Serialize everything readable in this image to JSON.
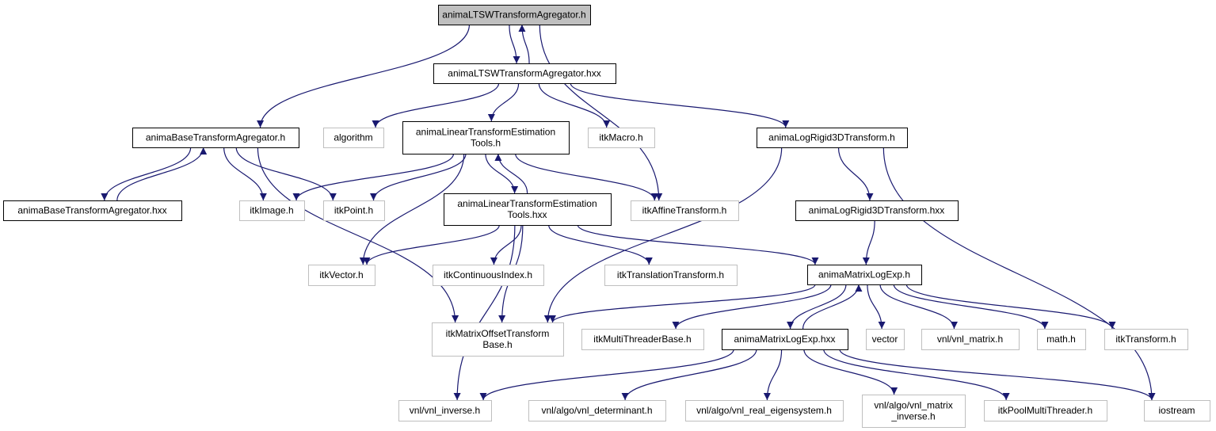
{
  "graph": {
    "colors": {
      "edge": "#191970",
      "project_border": "#000000",
      "external_border": "#bfbfbf",
      "root_fill": "#bfbfbf"
    },
    "nodes": [
      {
        "id": "ltsw_h",
        "label": [
          "animaLTSWTransformAgregator.h"
        ],
        "kind": "root"
      },
      {
        "id": "ltsw_hxx",
        "label": [
          "animaLTSWTransformAgregator.hxx"
        ],
        "kind": "project"
      },
      {
        "id": "base_h",
        "label": [
          "animaBaseTransformAgregator.h"
        ],
        "kind": "project"
      },
      {
        "id": "algorithm",
        "label": [
          "algorithm"
        ],
        "kind": "external"
      },
      {
        "id": "lte_h",
        "label": [
          "animaLinearTransformEstimation",
          "Tools.h"
        ],
        "kind": "project"
      },
      {
        "id": "itkmacro",
        "label": [
          "itkMacro.h"
        ],
        "kind": "external"
      },
      {
        "id": "logrigid_h",
        "label": [
          "animaLogRigid3DTransform.h"
        ],
        "kind": "project"
      },
      {
        "id": "base_hxx",
        "label": [
          "animaBaseTransformAgregator.hxx"
        ],
        "kind": "project"
      },
      {
        "id": "itkimage",
        "label": [
          "itkImage.h"
        ],
        "kind": "external"
      },
      {
        "id": "itkpoint",
        "label": [
          "itkPoint.h"
        ],
        "kind": "external"
      },
      {
        "id": "lte_hxx",
        "label": [
          "animaLinearTransformEstimation",
          "Tools.hxx"
        ],
        "kind": "project"
      },
      {
        "id": "itkaffine",
        "label": [
          "itkAffineTransform.h"
        ],
        "kind": "external"
      },
      {
        "id": "logrigid_hxx",
        "label": [
          "animaLogRigid3DTransform.hxx"
        ],
        "kind": "project"
      },
      {
        "id": "itkvector",
        "label": [
          "itkVector.h"
        ],
        "kind": "external"
      },
      {
        "id": "itkcontidx",
        "label": [
          "itkContinuousIndex.h"
        ],
        "kind": "external"
      },
      {
        "id": "itktransl",
        "label": [
          "itkTranslationTransform.h"
        ],
        "kind": "external"
      },
      {
        "id": "mle_h",
        "label": [
          "animaMatrixLogExp.h"
        ],
        "kind": "project"
      },
      {
        "id": "itkmotb",
        "label": [
          "itkMatrixOffsetTransform",
          "Base.h"
        ],
        "kind": "external"
      },
      {
        "id": "itkmtb",
        "label": [
          "itkMultiThreaderBase.h"
        ],
        "kind": "external"
      },
      {
        "id": "mle_hxx",
        "label": [
          "animaMatrixLogExp.hxx"
        ],
        "kind": "project"
      },
      {
        "id": "vector",
        "label": [
          "vector"
        ],
        "kind": "external"
      },
      {
        "id": "vnlmatrix",
        "label": [
          "vnl/vnl_matrix.h"
        ],
        "kind": "external"
      },
      {
        "id": "math",
        "label": [
          "math.h"
        ],
        "kind": "external"
      },
      {
        "id": "itktransform",
        "label": [
          "itkTransform.h"
        ],
        "kind": "external"
      },
      {
        "id": "vnlinverse",
        "label": [
          "vnl/vnl_inverse.h"
        ],
        "kind": "external"
      },
      {
        "id": "vnldet",
        "label": [
          "vnl/algo/vnl_determinant.h"
        ],
        "kind": "external"
      },
      {
        "id": "vnleig",
        "label": [
          "vnl/algo/vnl_real_eigensystem.h"
        ],
        "kind": "external"
      },
      {
        "id": "vnlmatinv",
        "label": [
          "vnl/algo/vnl_matrix",
          "_inverse.h"
        ],
        "kind": "external"
      },
      {
        "id": "itkpool",
        "label": [
          "itkPoolMultiThreader.h"
        ],
        "kind": "external"
      },
      {
        "id": "iostream",
        "label": [
          "iostream"
        ],
        "kind": "external"
      }
    ],
    "edges": [
      [
        "ltsw_h",
        "ltsw_hxx"
      ],
      [
        "ltsw_h",
        "base_h"
      ],
      [
        "ltsw_h",
        "itkaffine"
      ],
      [
        "ltsw_hxx",
        "ltsw_h"
      ],
      [
        "ltsw_hxx",
        "algorithm"
      ],
      [
        "ltsw_hxx",
        "lte_h"
      ],
      [
        "ltsw_hxx",
        "itkmacro"
      ],
      [
        "ltsw_hxx",
        "logrigid_h"
      ],
      [
        "base_h",
        "base_hxx"
      ],
      [
        "base_h",
        "itkimage"
      ],
      [
        "base_h",
        "itkpoint"
      ],
      [
        "base_h",
        "itkmotb"
      ],
      [
        "base_hxx",
        "base_h"
      ],
      [
        "lte_h",
        "itkimage"
      ],
      [
        "lte_h",
        "itkpoint"
      ],
      [
        "lte_h",
        "itkvector"
      ],
      [
        "lte_h",
        "lte_hxx"
      ],
      [
        "lte_h",
        "itkaffine"
      ],
      [
        "lte_hxx",
        "lte_h"
      ],
      [
        "lte_hxx",
        "itkvector"
      ],
      [
        "lte_hxx",
        "itkcontidx"
      ],
      [
        "lte_hxx",
        "itkmotb"
      ],
      [
        "lte_hxx",
        "vnlinverse"
      ],
      [
        "lte_hxx",
        "itktransl"
      ],
      [
        "lte_hxx",
        "mle_h"
      ],
      [
        "logrigid_h",
        "itkmotb"
      ],
      [
        "logrigid_h",
        "logrigid_hxx"
      ],
      [
        "logrigid_h",
        "iostream"
      ],
      [
        "logrigid_hxx",
        "mle_h"
      ],
      [
        "mle_h",
        "itkmotb"
      ],
      [
        "mle_h",
        "itkmtb"
      ],
      [
        "mle_h",
        "mle_hxx"
      ],
      [
        "mle_h",
        "vector"
      ],
      [
        "mle_h",
        "vnlmatrix"
      ],
      [
        "mle_h",
        "math"
      ],
      [
        "mle_h",
        "itktransform"
      ],
      [
        "mle_hxx",
        "mle_h"
      ],
      [
        "mle_hxx",
        "vnlinverse"
      ],
      [
        "mle_hxx",
        "vnldet"
      ],
      [
        "mle_hxx",
        "vnleig"
      ],
      [
        "mle_hxx",
        "vnlmatinv"
      ],
      [
        "mle_hxx",
        "itkpool"
      ],
      [
        "mle_hxx",
        "iostream"
      ]
    ]
  }
}
